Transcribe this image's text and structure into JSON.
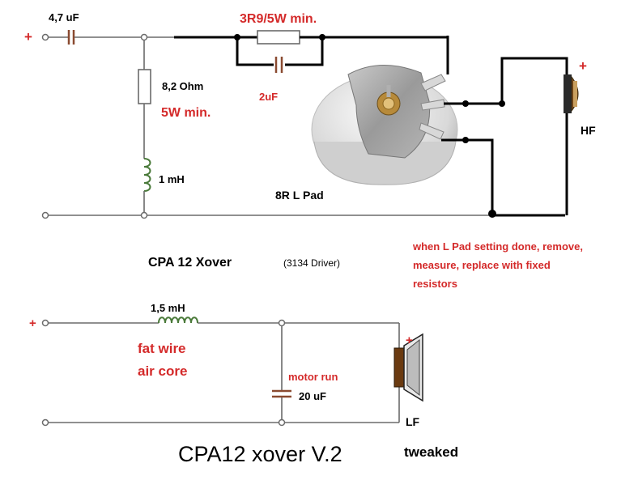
{
  "colors": {
    "red": "#d42a2a",
    "black": "#000000",
    "wire": "#6b6b6b"
  },
  "top": {
    "plus": "+",
    "cap": "4,7 uF",
    "series_res": "3R9/5W min.",
    "bypass_cap": "2uF",
    "shunt_res": "8,2  Ohm",
    "shunt_res_rating": "5W min.",
    "inductor": "1  mH",
    "lpad": "8R  L  Pad",
    "hf_plus": "+",
    "hf": "HF",
    "note_line1": "when L Pad setting done, remove,",
    "note_line2": "measure, replace with fixed",
    "note_line3": "resistors",
    "title": "CPA  12   Xover",
    "title_driver": "(3134 Driver)"
  },
  "bottom": {
    "plus": "+",
    "inductor": "1,5  mH",
    "note_line1": "fat wire",
    "note_line2": "air core",
    "cap_type": "motor run",
    "cap": "20  uF",
    "lf_plus": "+",
    "lf": "LF",
    "title": "CPA12 xover V.2",
    "tweaked": "tweaked"
  }
}
